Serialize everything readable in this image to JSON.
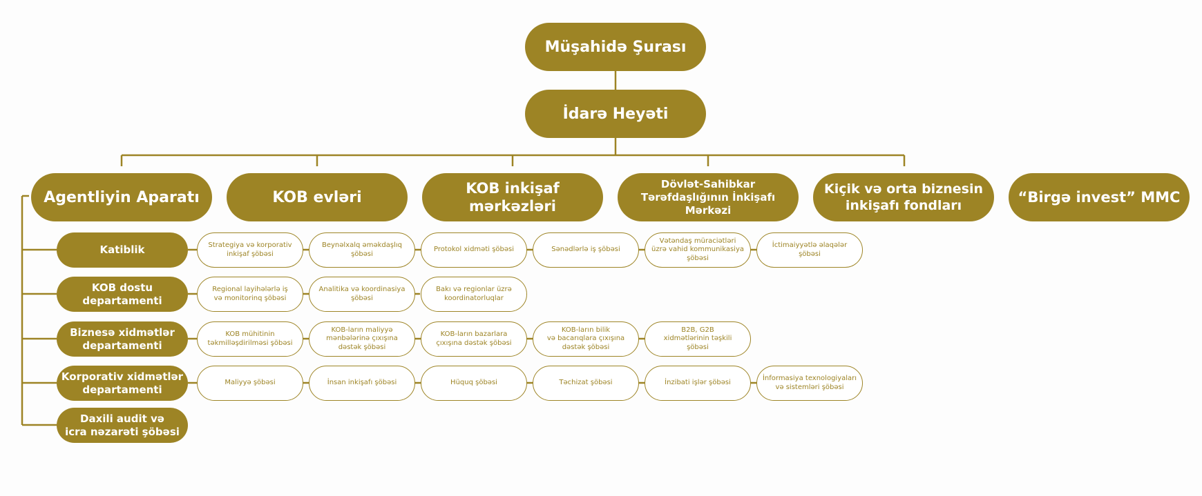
{
  "board": "Müşahidə Şurası",
  "management": "İdarə Heyəti",
  "units": [
    "Agentliyin Aparatı",
    "KOB evləri",
    "KOB inkişaf\nmərkəzləri",
    "Dövlət-Sahibkar\nTərəfdaşlığının İnkişafı\nMərkəzi",
    "Kiçik və orta biznesin\ninkişafı fondları",
    "“Birgə invest” MMC"
  ],
  "departments": [
    {
      "name": "Katiblik",
      "sections": [
        "Strategiya və korporativ\ninkişaf şöbəsi",
        "Beynəlxalq əməkdaşlıq\nşöbəsi",
        "Protokol xidməti şöbəsi",
        "Sənədlərlə iş şöbəsi",
        "Vətəndaş müraciətləri\nüzrə vahid kommunikasiya\nşöbəsi",
        "İctimaiyyətlə əlaqələr\nşöbəsi"
      ]
    },
    {
      "name": "KOB dostu\ndepartamenti",
      "sections": [
        "Regional layihələrlə iş\nvə monitorinq şöbəsi",
        "Analitika və koordinasiya\nşöbəsi",
        "Bakı və regionlar üzrə\nkoordinatorluqlar"
      ]
    },
    {
      "name": "Biznesə xidmətlər\ndepartamenti",
      "sections": [
        "KOB mühitinin\ntəkmilləşdirilməsi şöbəsi",
        "KOB-ların maliyyə\nmənbələrinə çıxışına\ndəstək şöbəsi",
        "KOB-ların bazarlara\nçıxışına dəstək şöbəsi",
        "KOB-ların bilik\nvə bacarıqlara çıxışına\ndəstək şöbəsi",
        "B2B, G2B\nxidmətlərinin təşkili\nşöbəsi"
      ]
    },
    {
      "name": "Korporativ xidmətlər\ndepartamenti",
      "sections": [
        "Maliyyə şöbəsi",
        "İnsan inkişafı şöbəsi",
        "Hüquq şöbəsi",
        "Təchizat şöbəsi",
        "İnzibati işlər şöbəsi",
        "İnformasiya texnologiyaları\nvə sistemləri şöbəsi"
      ]
    },
    {
      "name": "Daxili audit və\nicra nəzarəti şöbəsi",
      "sections": []
    }
  ],
  "colors": {
    "brand": "#9d8425",
    "background": "#fdfdfd",
    "box": "#ffffff"
  }
}
